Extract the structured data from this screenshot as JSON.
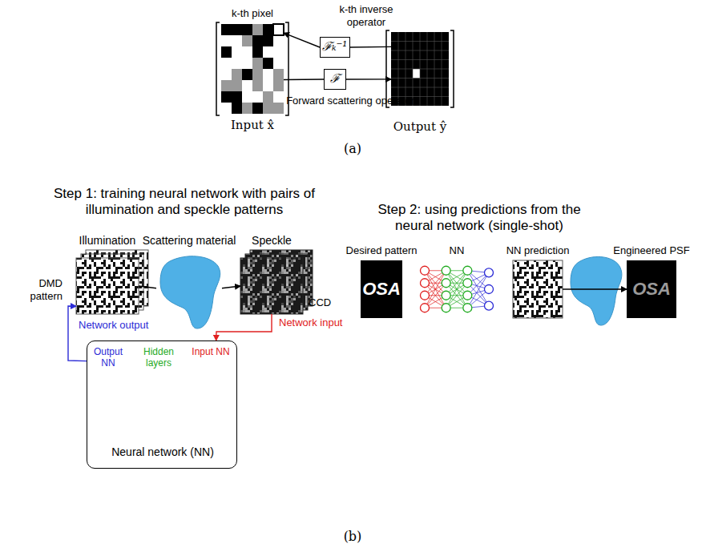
{
  "diagram": {
    "nodes": [
      {
        "text": [
          "Input x̂"
        ]
      },
      {
        "text": [
          "Output ŷ"
        ]
      },
      {
        "text": [
          "ℱₖ⁻¹"
        ]
      },
      {
        "text": [
          "ℱ"
        ]
      },
      {
        "text": [
          "Illumination"
        ]
      },
      {
        "text": [
          "Scattering material"
        ]
      },
      {
        "text": [
          "Speckle"
        ]
      },
      {
        "text": [
          "Neural network (NN)"
        ]
      },
      {
        "text": [
          "Desired pattern",
          "OSA"
        ]
      },
      {
        "text": [
          "NN"
        ]
      },
      {
        "text": [
          "NN prediction"
        ]
      },
      {
        "text": [
          "Engineered PSF",
          "OSA"
        ]
      }
    ],
    "edges": [
      {
        "from": 0,
        "to": 3,
        "arrow": "none"
      },
      {
        "from": 3,
        "to": 1,
        "arrow": "to"
      },
      {
        "from": 1,
        "to": 2,
        "arrow": "none"
      },
      {
        "from": 2,
        "to": 0,
        "arrow": "to"
      },
      {
        "from": 4,
        "to": 5,
        "arrow": "none"
      },
      {
        "from": 5,
        "to": 6,
        "arrow": "to"
      },
      {
        "from": 6,
        "to": 7,
        "label": "Network input",
        "arrow": "to"
      },
      {
        "from": 7,
        "to": 4,
        "label": "Network output",
        "arrow": "to"
      },
      {
        "from": 10,
        "to": 11,
        "arrow": "to"
      }
    ],
    "labels": [
      "k-th inverse operator",
      "k-th pixel",
      "Forward scattering operator",
      "(a)",
      "Step 1: training neural network with pairs of illumination and speckle patterns",
      "Step 2: using predictions from the neural network (single-shot)",
      "DMD pattern",
      "CCD",
      "Output NN",
      "Hidden layers",
      "Input NN",
      "(b)"
    ]
  }
}
